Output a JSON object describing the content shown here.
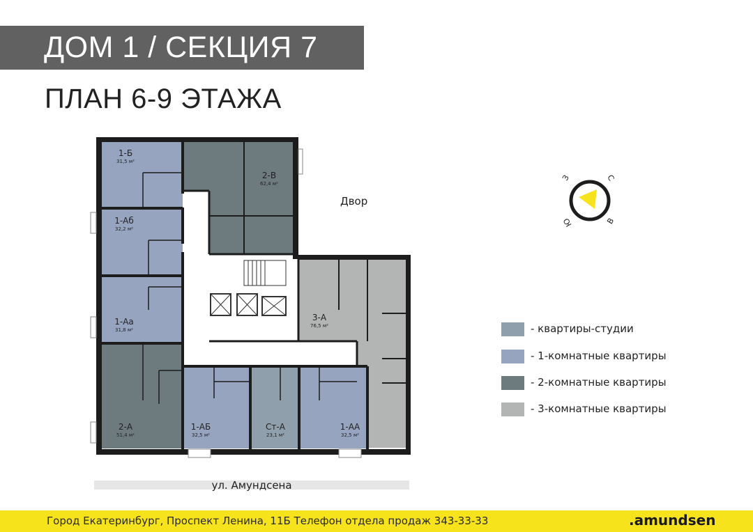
{
  "header": {
    "title": "ДОМ 1 / СЕКЦИЯ 7"
  },
  "plan": {
    "title": "ПЛАН 6-9 ЭТАЖА"
  },
  "yard_label": "Двор",
  "street_label": "ул. Амундсена",
  "compass": {
    "n": "С",
    "w": "З",
    "s": "Ю",
    "e": "В"
  },
  "colors": {
    "studio": "#8f9fab",
    "one_room": "#96a4bf",
    "two_room": "#6d7a7e",
    "three_room": "#b3b5b5",
    "wall": "#1c1c1c",
    "arrow": "#f7e31c"
  },
  "apartments": [
    {
      "code": "1-Б",
      "area": "31,5 м²",
      "type": "one_room"
    },
    {
      "code": "2-В",
      "area": "62,4 м²",
      "type": "two_room"
    },
    {
      "code": "1-Аб",
      "area": "32,2 м²",
      "type": "one_room"
    },
    {
      "code": "1-Аа",
      "area": "31,8 м²",
      "type": "one_room"
    },
    {
      "code": "3-А",
      "area": "76,5 м²",
      "type": "three_room"
    },
    {
      "code": "2-А",
      "area": "51,4 м²",
      "type": "two_room"
    },
    {
      "code": "1-АБ",
      "area": "32,5 м²",
      "type": "one_room"
    },
    {
      "code": "Ст-А",
      "area": "23,1 м²",
      "type": "studio"
    },
    {
      "code": "1-АА",
      "area": "32,5 м²",
      "type": "one_room"
    }
  ],
  "legend": [
    {
      "label": "- квартиры-студии",
      "type": "studio"
    },
    {
      "label": "- 1-комнатные квартиры",
      "type": "one_room"
    },
    {
      "label": "- 2-комнатные квартиры",
      "type": "two_room"
    },
    {
      "label": "- 3-комнатные квартиры",
      "type": "three_room"
    }
  ],
  "footer": {
    "text": "Город Екатеринбург, Проспект Ленина, 11Б   Телефон отдела продаж 343-33-33",
    "logo": ".amundsen"
  }
}
